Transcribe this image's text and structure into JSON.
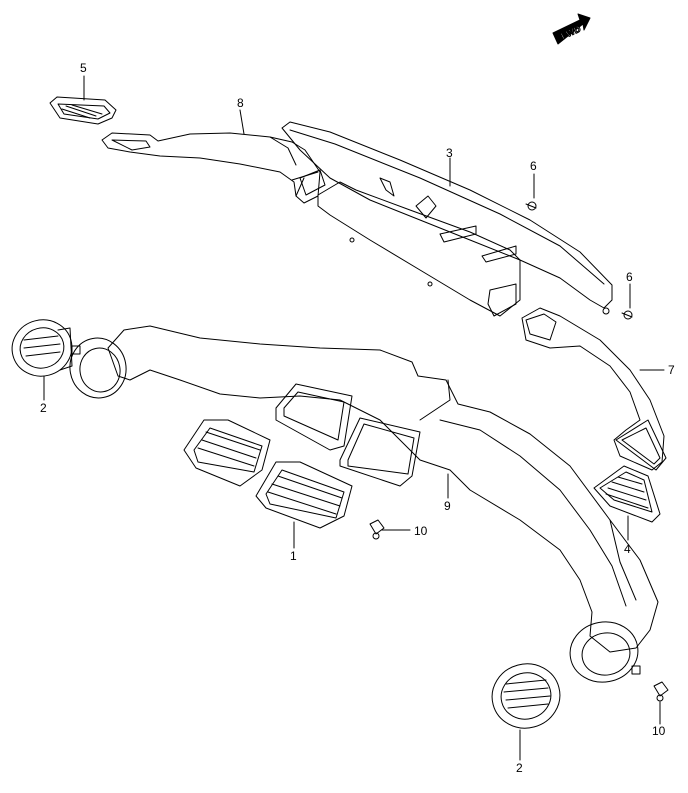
{
  "fwd_badge": {
    "label": "FWD"
  },
  "callouts": {
    "part1": "1",
    "part2_left": "2",
    "part2_bottom": "2",
    "part3": "3",
    "part4": "4",
    "part5": "5",
    "part6_top": "6",
    "part6_bottom": "6",
    "part7": "7",
    "part8": "8",
    "part9": "9",
    "part10_center": "10",
    "part10_right": "10"
  },
  "colors": {
    "line": "#000000",
    "background": "#ffffff"
  }
}
